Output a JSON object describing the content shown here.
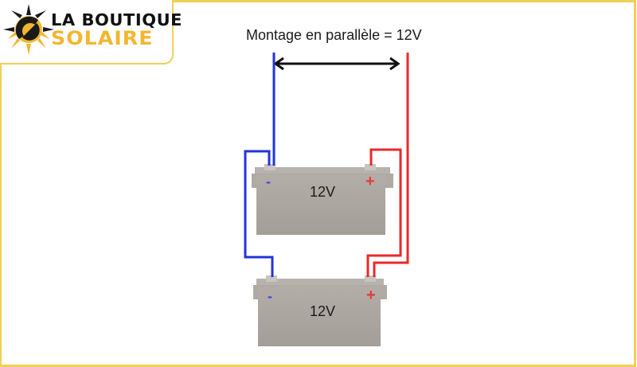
{
  "logo": {
    "line1": "LA BOUTIQUE",
    "line2": "SOLAIRE",
    "icon": "sun-icon",
    "colors": {
      "dark": "#111111",
      "accent": "#f2b630"
    }
  },
  "diagram": {
    "title": "Montage en parallèle = 12V",
    "span_arrow": "double-headed-arrow",
    "batteries": [
      {
        "label": "12V",
        "negative": "-",
        "positive": "+"
      },
      {
        "label": "12V",
        "negative": "-",
        "positive": "+"
      }
    ],
    "colors": {
      "negative_wire": "#2233dd",
      "positive_wire": "#e82a2a",
      "battery_body": "#aaa49e",
      "frame": "#f0cf55"
    }
  }
}
